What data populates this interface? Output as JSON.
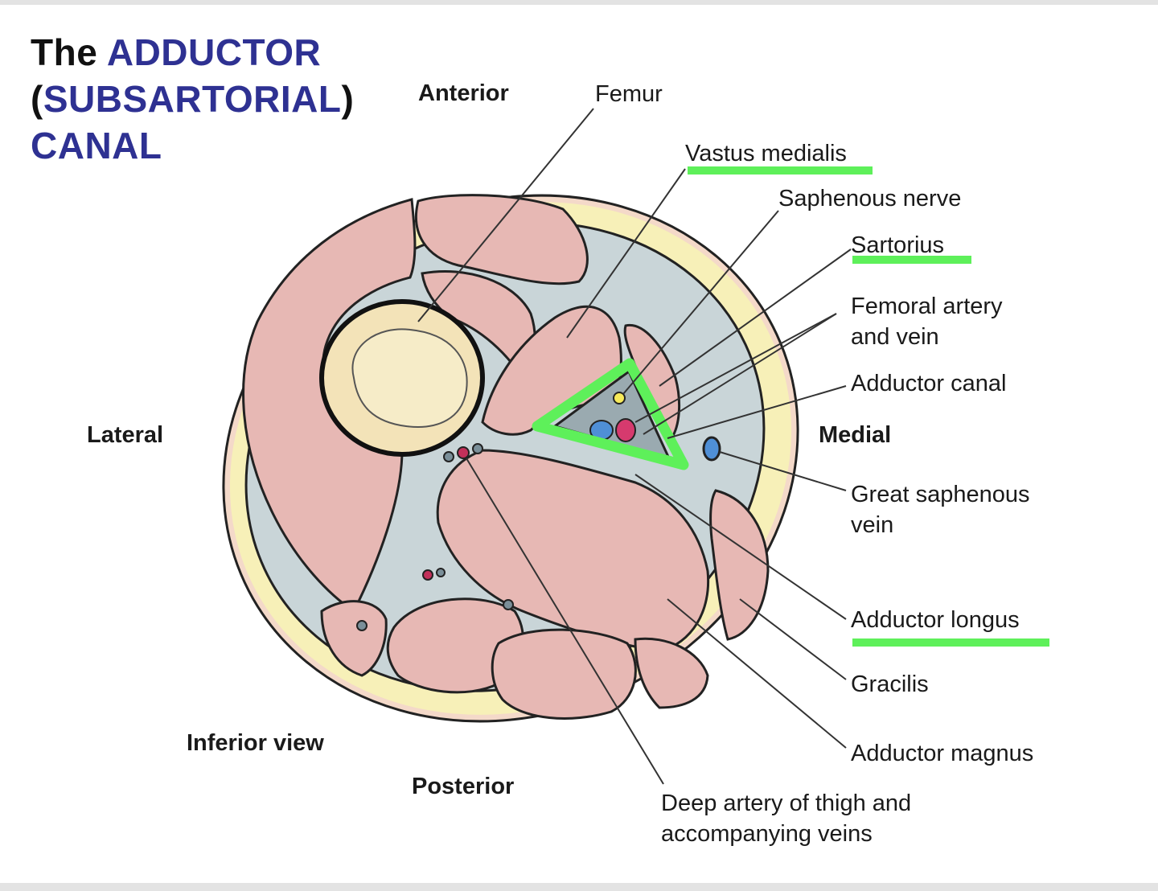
{
  "title": {
    "word_the": "The",
    "word_adductor": "ADDUCTOR",
    "open_paren": "(",
    "word_subsartorial": "SUBSARTORIAL",
    "close_paren": ")",
    "word_canal": "CANAL"
  },
  "orientation": {
    "anterior": "Anterior",
    "posterior": "Posterior",
    "lateral": "Lateral",
    "medial": "Medial",
    "view": "Inferior view"
  },
  "labels": {
    "femur": "Femur",
    "vastus_medialis": "Vastus medialis",
    "saphenous_nerve": "Saphenous nerve",
    "sartorius": "Sartorius",
    "femoral_artery_line1": "Femoral artery",
    "femoral_artery_line2": "and vein",
    "adductor_canal": "Adductor canal",
    "great_saphenous_line1": "Great saphenous",
    "great_saphenous_line2": "vein",
    "adductor_longus": "Adductor longus",
    "gracilis": "Gracilis",
    "adductor_magnus": "Adductor magnus",
    "deep_artery_line1": "Deep artery of thigh and",
    "deep_artery_line2": "accompanying veins"
  },
  "colors": {
    "title_accent": "#2e3192",
    "highlight": "#5ef05a",
    "muscle": "#e7b8b4",
    "skin": "#f7f0b8",
    "fascia": "#c9d5d8",
    "bone": "#f3e3b8"
  }
}
